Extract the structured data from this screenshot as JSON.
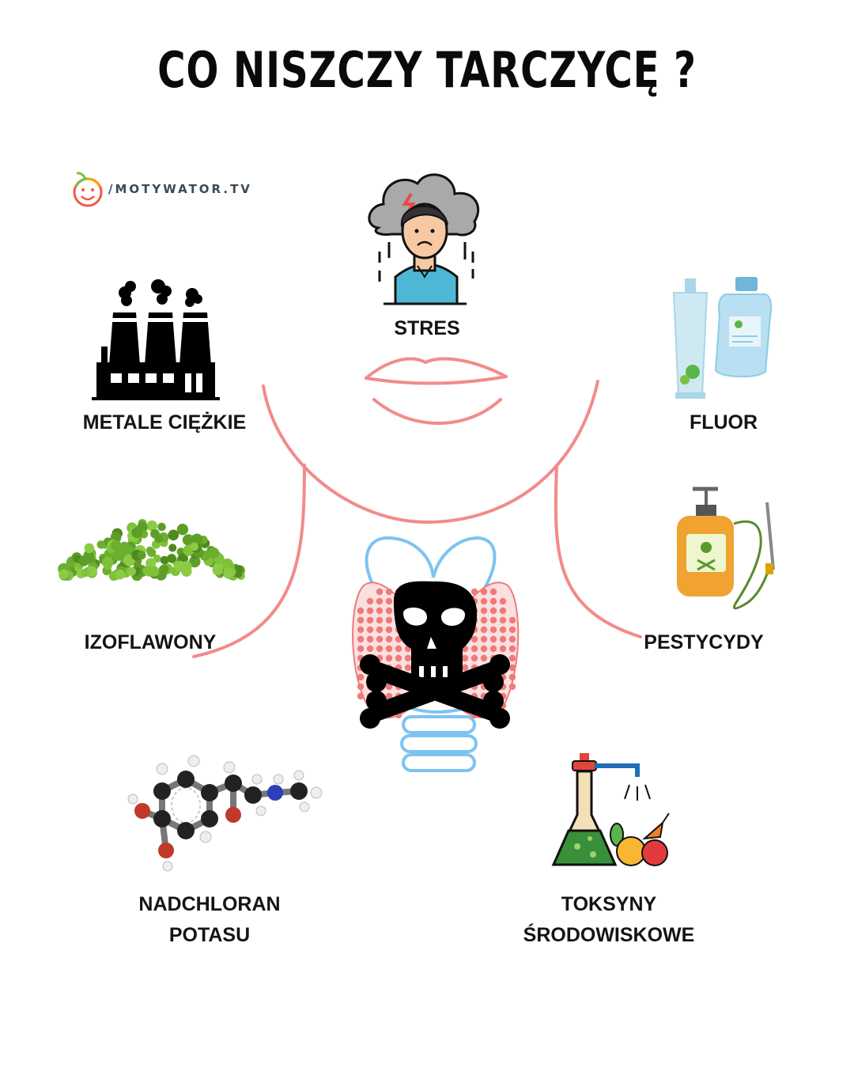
{
  "title": "CO NISZCZY TARCZYCĘ ?",
  "brand": {
    "text": "/MOTYWATOR.TV",
    "icon": "smiley-apple-logo-icon"
  },
  "items": {
    "stres": {
      "label": "STRES",
      "icon": "stressed-person-icon"
    },
    "metale": {
      "label": "METALE CIĘŻKIE",
      "icon": "factory-icon"
    },
    "fluor": {
      "label": "FLUOR",
      "icon": "toothpaste-mouthwash-icon"
    },
    "izoflawony": {
      "label": "IZOFLAWONY",
      "icon": "green-peas-icon"
    },
    "pestycydy": {
      "label": "PESTYCYDY",
      "icon": "pesticide-sprayer-icon"
    },
    "nadchloran": {
      "line1": "NADCHLORAN",
      "line2": "POTASU",
      "icon": "molecule-model-icon"
    },
    "toksyny": {
      "line1": "TOKSYNY",
      "line2": "ŚRODOWISKOWE",
      "icon": "toxic-flask-icon"
    }
  },
  "center": {
    "icon": "thyroid-skull-icon"
  },
  "colors": {
    "neck_line": "#f28b8b",
    "thyroid": "#f07a7a",
    "trachea": "#7ec3f0",
    "skull": "#000000"
  }
}
